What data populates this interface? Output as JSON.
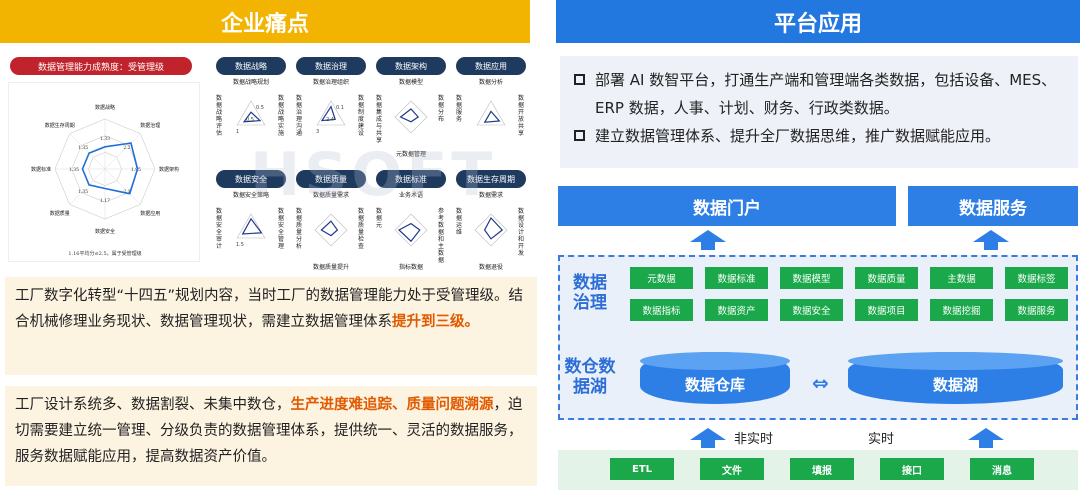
{
  "headers": {
    "left": "企业痛点",
    "right": "平台应用"
  },
  "maturity": {
    "title": "数据管理能力成熟度：受管理级",
    "footnote": "1.16平均分≤2.5，属于受管理级",
    "axes": [
      "数据战略",
      "数据治理",
      "数据架构",
      "数据应用",
      "数据安全",
      "数据质量",
      "数据标准",
      "数据生存周期"
    ],
    "values": [
      1.33,
      2.2,
      1.95,
      2.1,
      1.17,
      1.35,
      1.35,
      1.35
    ]
  },
  "dimensions": [
    {
      "title": "数据战略",
      "items": [
        "数据战略规划",
        "数据战略实施",
        "数据战略评估"
      ],
      "values": [
        "1",
        "0.5",
        "0.5"
      ]
    },
    {
      "title": "数据治理",
      "items": [
        "数据治理组织",
        "数据制度建设",
        "数据治理沟通"
      ],
      "values": [
        "3",
        "2.4",
        "0.1"
      ]
    },
    {
      "title": "数据架构",
      "items": [
        "数据模型",
        "数据分布",
        "数据集成与共享",
        "元数据管理"
      ],
      "values": []
    },
    {
      "title": "数据应用",
      "items": [
        "数据分析",
        "数据开放共享",
        "数据服务"
      ],
      "values": []
    },
    {
      "title": "数据安全",
      "items": [
        "数据安全策略",
        "数据安全管理",
        "数据安全审计"
      ],
      "values": [
        "1.5"
      ]
    },
    {
      "title": "数据质量",
      "items": [
        "数据质量需求",
        "数据质量检查",
        "数据质量分析",
        "数据质量提升"
      ],
      "values": []
    },
    {
      "title": "数据标准",
      "items": [
        "业务术语",
        "参考数据和主数据",
        "数据元",
        "指标数据"
      ],
      "values": []
    },
    {
      "title": "数据生存周期",
      "items": [
        "数据需求",
        "数据设计和开发",
        "数据运维",
        "数据退役"
      ],
      "values": []
    }
  ],
  "watermark": "HSOFT",
  "pain_points": {
    "p1_a": "工厂数字化转型“十四五”规划内容，当时工厂的数据管理能力处于受管理级。结合机械修理业务现状、数据管理现状，需建立数据管理体系",
    "p1_hl": "提升到三级。",
    "p2_a": "工厂设计系统多、数据割裂、未集中数仓，",
    "p2_hl": "生产进度难追踪、质量问题溯源",
    "p2_b": "，迫切需要建立统一管理、分级负责的数据管理体系，提供统一、灵活的数据服务，服务数据赋能应用，提高数据资产价值。"
  },
  "platform": {
    "bullets": [
      "部署 AI 数智平台，打通生产端和管理端各类数据，包括设备、MES、ERP 数据，人事、计划、财务、行政类数据。",
      "建立数据管理体系、提升全厂数据思维，推广数据赋能应用。"
    ],
    "portal": "数据门户",
    "service": "数据服务",
    "gov_label": "数据治理",
    "gov_tags": [
      "元数据",
      "数据标准",
      "数据模型",
      "数据质量",
      "主数据",
      "数据标签",
      "数据指标",
      "数据资产",
      "数据安全",
      "数据项目",
      "数据挖掘",
      "数据服务"
    ],
    "lake_label": "数仓数据湖",
    "warehouse": "数据仓库",
    "lake": "数据湖",
    "non_realtime": "非实时",
    "realtime": "实时",
    "sources": [
      "ETL",
      "文件",
      "填报",
      "接口",
      "消息"
    ]
  },
  "colors": {
    "yellow": "#f2b301",
    "blue": "#2378e0",
    "green": "#1aa84a",
    "highlight": "#e05a00"
  }
}
